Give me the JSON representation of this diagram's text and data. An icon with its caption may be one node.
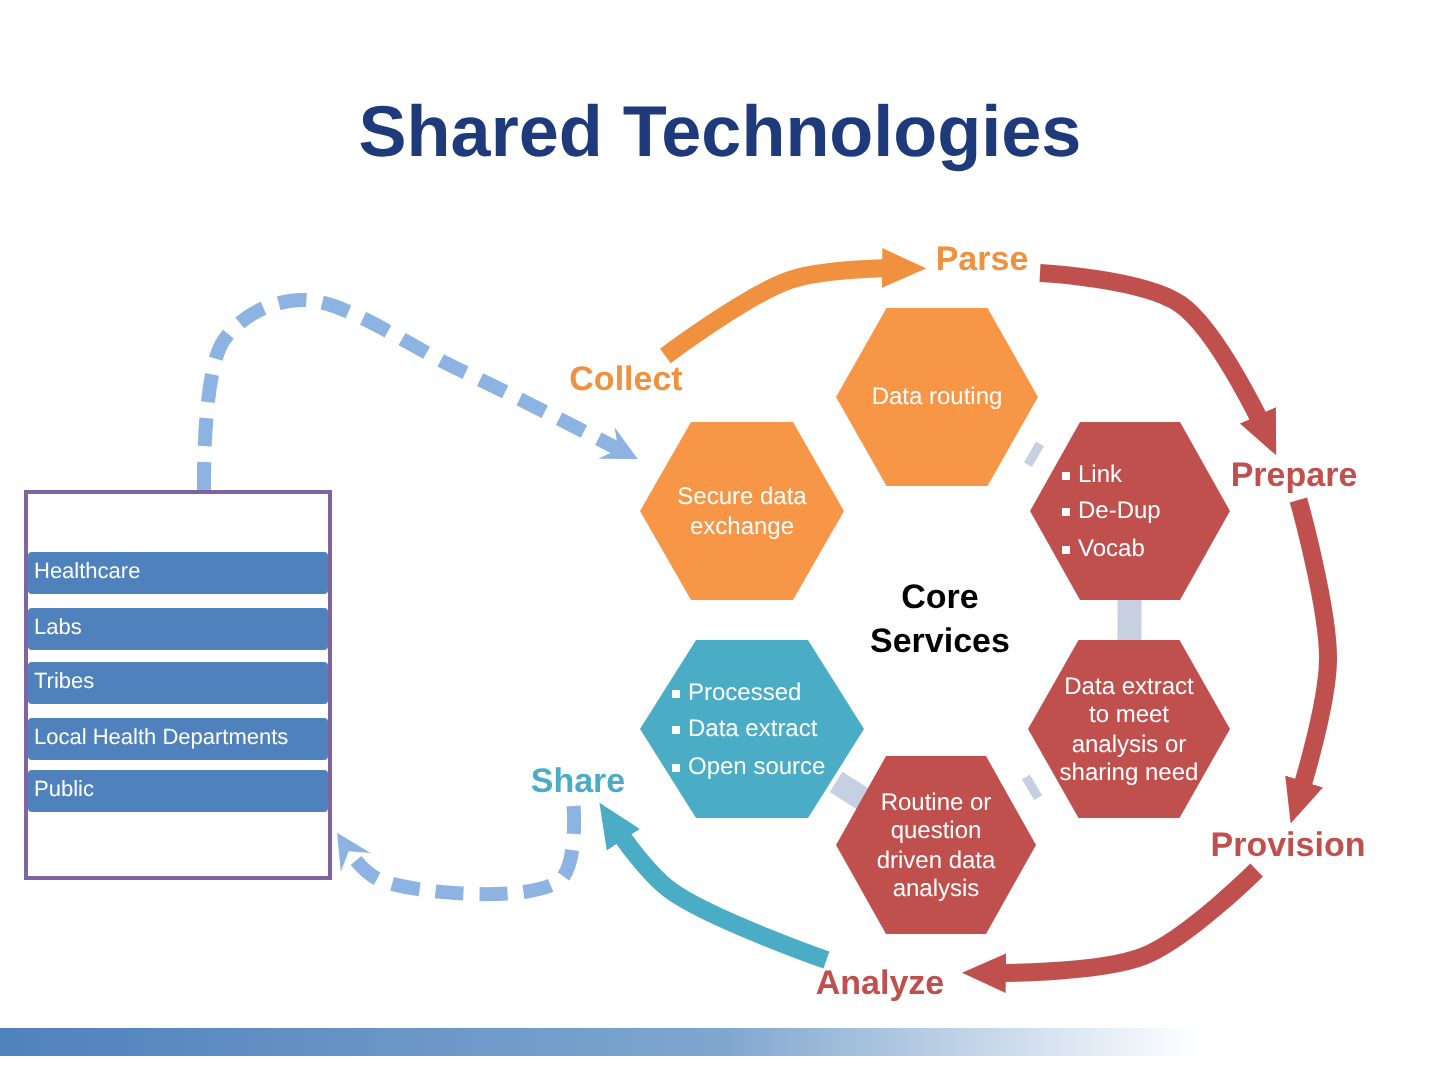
{
  "diagram": {
    "title": "Shared Technologies",
    "nodes": [
      {
        "text": [
          "Parse"
        ]
      },
      {
        "text": [
          "Collect"
        ]
      },
      {
        "text": [
          "Data routing"
        ]
      },
      {
        "text": [
          "Secure data exchange"
        ]
      },
      {
        "text": [
          "Link",
          "De-Dup",
          "Vocab"
        ]
      },
      {
        "text": [
          "Prepare"
        ]
      },
      {
        "text": [],
        "shape": "box"
      },
      {
        "text": [
          "Healthcare"
        ],
        "in": 6
      },
      {
        "text": [
          "Labs"
        ],
        "in": 6
      },
      {
        "text": [
          "Tribes"
        ],
        "in": 6
      },
      {
        "text": [
          "Local Health Departments"
        ],
        "in": 6
      },
      {
        "text": [
          "Public"
        ],
        "in": 6
      },
      {
        "text": [
          "Processed",
          "Data extract",
          "Open source"
        ]
      },
      {
        "text": [
          "Share"
        ]
      },
      {
        "text": [
          "Data extract to meet analysis or sharing need"
        ]
      },
      {
        "text": [
          "Provision"
        ]
      },
      {
        "text": [
          "Routine or question driven data analysis"
        ]
      },
      {
        "text": [
          "Analyze"
        ]
      }
    ],
    "edges": [
      {
        "from": 1,
        "to": 0,
        "arrow": "to",
        "color": "#f0913f"
      },
      {
        "from": 0,
        "to": 5,
        "arrow": "to",
        "color": "#c0504d"
      },
      {
        "from": 5,
        "to": 15,
        "arrow": "to",
        "color": "#c0504d"
      },
      {
        "from": 15,
        "to": 17,
        "arrow": "to",
        "color": "#c0504d"
      },
      {
        "from": 17,
        "to": 13,
        "arrow": "to",
        "color": "#4bacc6"
      },
      {
        "from": 6,
        "to": 3,
        "arrow": "to",
        "style": "dashed",
        "color": "#8db3e2"
      },
      {
        "from": 13,
        "to": 6,
        "arrow": "to",
        "style": "dashed",
        "color": "#8db3e2"
      },
      {
        "from": 2,
        "to": 4,
        "arrow": "none",
        "color": "#c6d0e0"
      },
      {
        "from": 4,
        "to": 14,
        "arrow": "none",
        "color": "#c6d0e0"
      },
      {
        "from": 14,
        "to": 16,
        "arrow": "none",
        "color": "#c6d0e0"
      },
      {
        "from": 16,
        "to": 12,
        "arrow": "none",
        "color": "#c6d0e0"
      }
    ],
    "labels": [
      "Core Services"
    ]
  }
}
